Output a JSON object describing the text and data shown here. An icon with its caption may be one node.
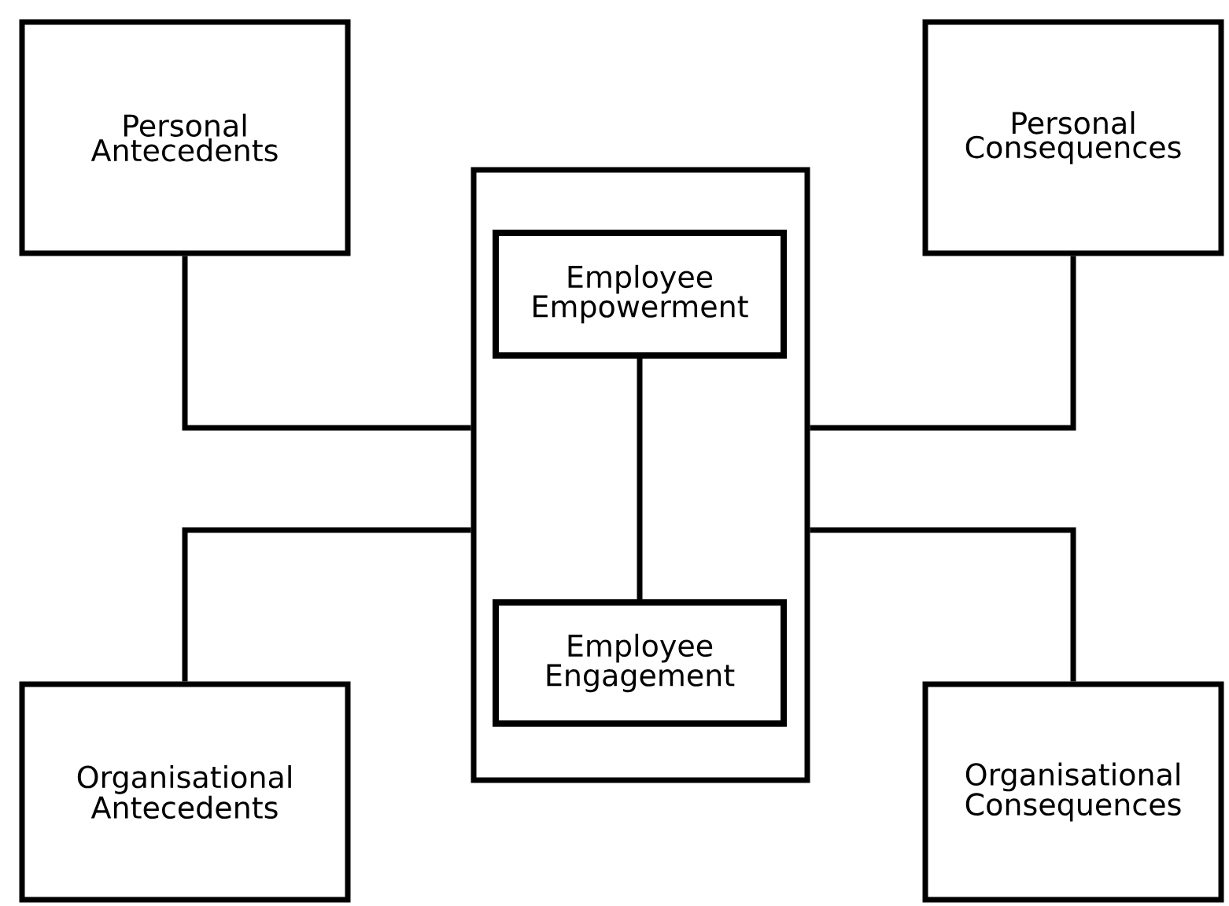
{
  "diagram": {
    "nodes": [
      {
        "text": [
          "Personal Antecedents"
        ]
      },
      {
        "text": [
          "Personal Consequences"
        ]
      },
      {
        "text": [],
        "shape": "box"
      },
      {
        "text": [
          "Employee Empowerment"
        ],
        "in": 2
      },
      {
        "text": [
          "Employee Engagement"
        ],
        "in": 2
      },
      {
        "text": [
          "Organisational Antecedents"
        ]
      },
      {
        "text": [
          "Organisational Consequences"
        ]
      }
    ],
    "edges": [
      {
        "from": 0,
        "to": 2,
        "arrow": "none"
      },
      {
        "from": 2,
        "to": 1,
        "arrow": "none"
      },
      {
        "from": 3,
        "to": 4,
        "arrow": "none"
      },
      {
        "from": 5,
        "to": 2,
        "arrow": "none"
      },
      {
        "from": 2,
        "to": 6,
        "arrow": "none"
      }
    ]
  }
}
